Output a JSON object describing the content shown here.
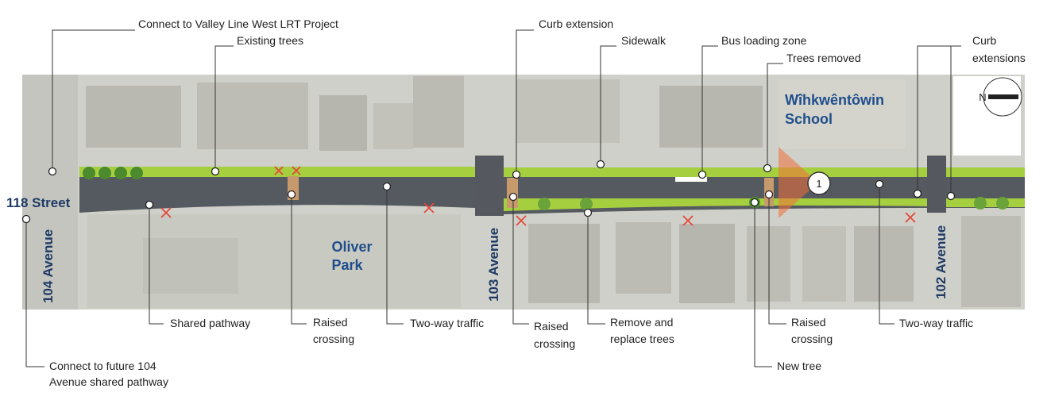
{
  "colors": {
    "aerial_base": "#cfd0c9",
    "building": "#b9b8b1",
    "roadway": "#555a60",
    "boulevard_green": "#a6cf3f",
    "raised_crossing": "#c79a6b",
    "place_label": "#1f4e8c",
    "street_label": "#1f3b66",
    "removed_tree_marker": "#e5483c",
    "new_tree_marker": "#4a8f2a",
    "zone_highlight": "#f36f38"
  },
  "places": {
    "school": [
      "Wîhkwêntôwin",
      "School"
    ],
    "park": [
      "Oliver",
      "Park"
    ]
  },
  "streets": {
    "west_street": "118 Street",
    "avenue_104": "104 Avenue",
    "avenue_103": "103 Avenue",
    "avenue_102": "102 Avenue"
  },
  "callouts": {
    "valley_line": "Connect to Valley Line West LRT Project",
    "existing_trees": "Existing trees",
    "curb_extension": "Curb extension",
    "sidewalk": "Sidewalk",
    "bus_loading_zone": "Bus loading zone",
    "trees_removed": "Trees removed",
    "curb_extensions": [
      "Curb",
      "extensions"
    ],
    "shared_pathway": "Shared pathway",
    "raised_crossing_1": [
      "Raised",
      "crossing"
    ],
    "two_way_traffic_1": "Two-way traffic",
    "raised_crossing_2": [
      "Raised",
      "crossing"
    ],
    "remove_replace_trees": [
      "Remove and",
      "replace trees"
    ],
    "raised_crossing_3": [
      "Raised",
      "crossing"
    ],
    "new_tree": "New tree",
    "two_way_traffic_2": "Two-way traffic",
    "future_pathway": [
      "Connect to future 104",
      "Avenue shared pathway"
    ]
  },
  "marker": {
    "number": "1"
  },
  "north_arrow": {
    "label": "N",
    "icon": "north-arrow-icon"
  }
}
